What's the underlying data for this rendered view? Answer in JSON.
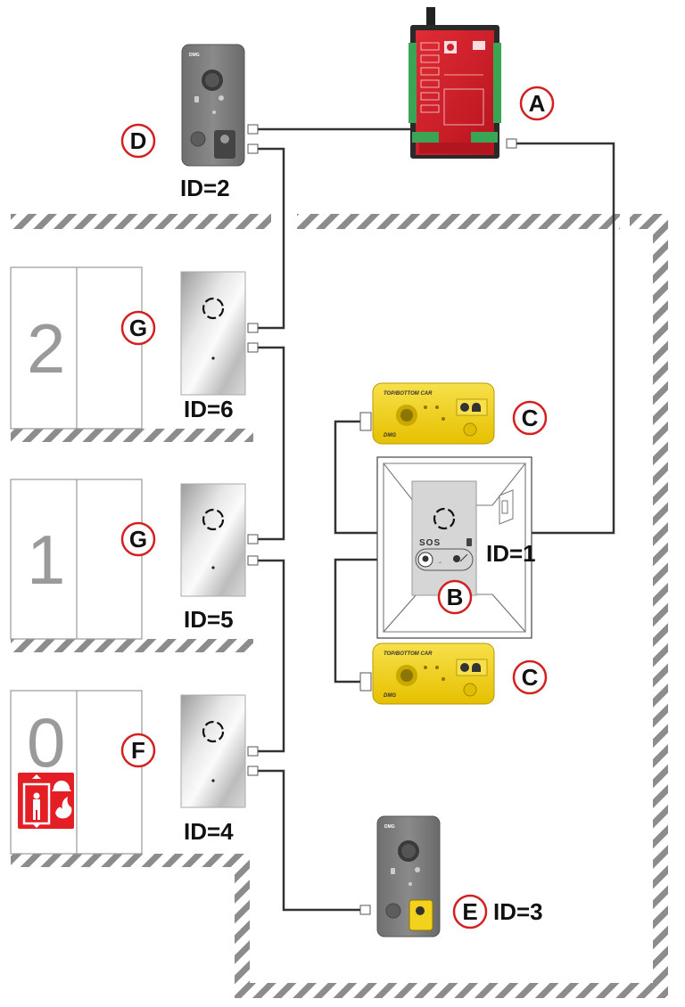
{
  "components": {
    "A": {
      "label": "A"
    },
    "B": {
      "label": "B",
      "sos": "SOS"
    },
    "C1": {
      "label": "C",
      "text": "TOP/BOTTOM CAR"
    },
    "C2": {
      "label": "C",
      "text": "TOP/BOTTOM CAR"
    },
    "D": {
      "label": "D",
      "id": "ID=2"
    },
    "E": {
      "label": "E",
      "id": "ID=3"
    },
    "G1": {
      "label": "G",
      "id": "ID=6"
    },
    "G2": {
      "label": "G",
      "id": "ID=5"
    },
    "F": {
      "label": "F",
      "id": "ID=4"
    },
    "car_id": "ID=1"
  },
  "floors": [
    {
      "number": "2"
    },
    {
      "number": "1"
    },
    {
      "number": "0"
    }
  ],
  "brand": "DMG",
  "colors": {
    "wire": "#333333",
    "circle": "#d32020",
    "controller_red": "#d0202c",
    "yellow_unit": "#f2d21c",
    "sign_red": "#e31e24"
  }
}
